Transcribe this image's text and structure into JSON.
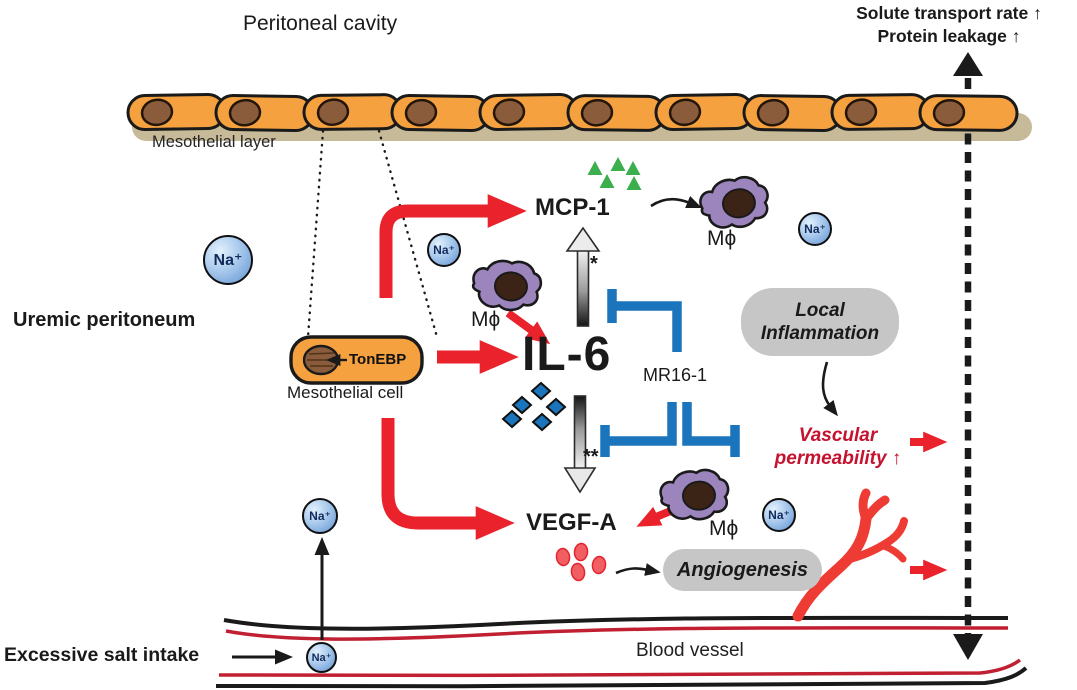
{
  "title": "Peritoneal cavity",
  "flux": {
    "solute": "Solute transport rate ↑",
    "protein": "Protein leakage ↑"
  },
  "layer": {
    "label": "Mesothelial layer"
  },
  "left_side": {
    "uremic": "Uremic peritoneum",
    "salt": "Excessive salt intake"
  },
  "meso_cell": {
    "label": "Mesothelial cell",
    "tonebp": "TonEBP"
  },
  "mediators": {
    "mcp1": "MCP-1",
    "il6": "IL-6",
    "vegfa": "VEGF-A",
    "mr16": "MR16-1",
    "star": "*",
    "double_star": "**"
  },
  "cells": {
    "macrophage": "Mϕ",
    "sodium": "Na⁺"
  },
  "outcomes": {
    "inflammation_line1": "Local",
    "inflammation_line2": "Inflammation",
    "vascular_line1": "Vascular",
    "vascular_line2": "permeability ↑",
    "angiogenesis": "Angiogenesis"
  },
  "vessel": {
    "label": "Blood vessel"
  },
  "colors": {
    "arrow_red": "#E9222B",
    "inhibitor_blue": "#1B75BC",
    "mcp1_green": "#3BAE4E",
    "cell_orange": "#F5A13F",
    "nucleus_brown": "#8A5C3B",
    "macrophage_purple": "#9C85BD",
    "sodium_blue": "#5E93D2",
    "box_gray": "#C6C6C7",
    "vessel_dark_red": "#C02032",
    "red_text": "#C4122F",
    "shadow_tan": "#C7BA98"
  }
}
